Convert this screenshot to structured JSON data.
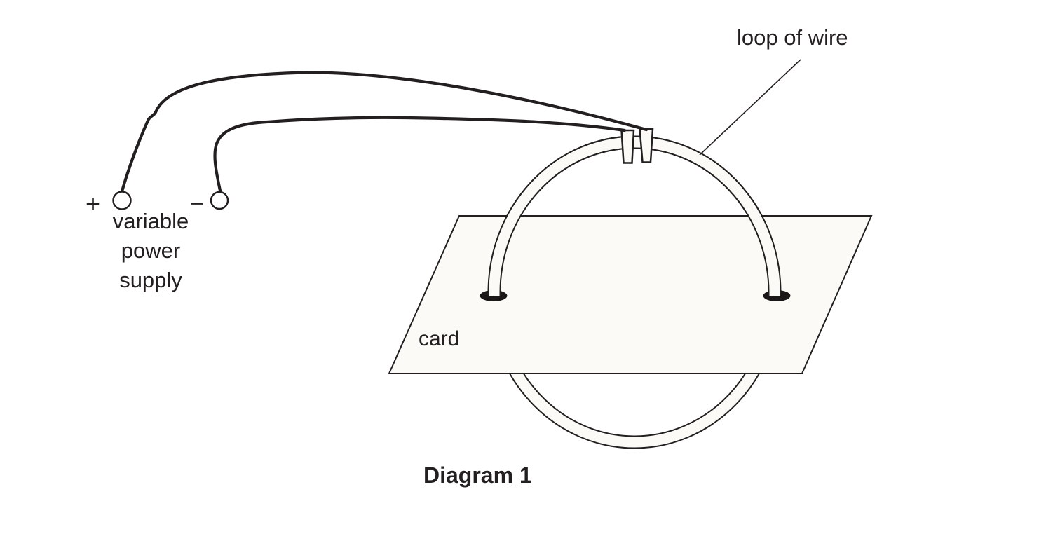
{
  "figure": {
    "caption": "Diagram 1",
    "labels": {
      "loop_of_wire": "loop of wire",
      "card": "card",
      "power_supply": "variable\npower\nsupply",
      "plus": "+",
      "minus": "−"
    }
  },
  "colors": {
    "line": "#231f20",
    "card_fill": "#fbfaf6",
    "tube_fill": "#fbfaf6",
    "hole_fill": "#1b1718",
    "terminal_fill": "#ffffff",
    "background": "#ffffff"
  }
}
